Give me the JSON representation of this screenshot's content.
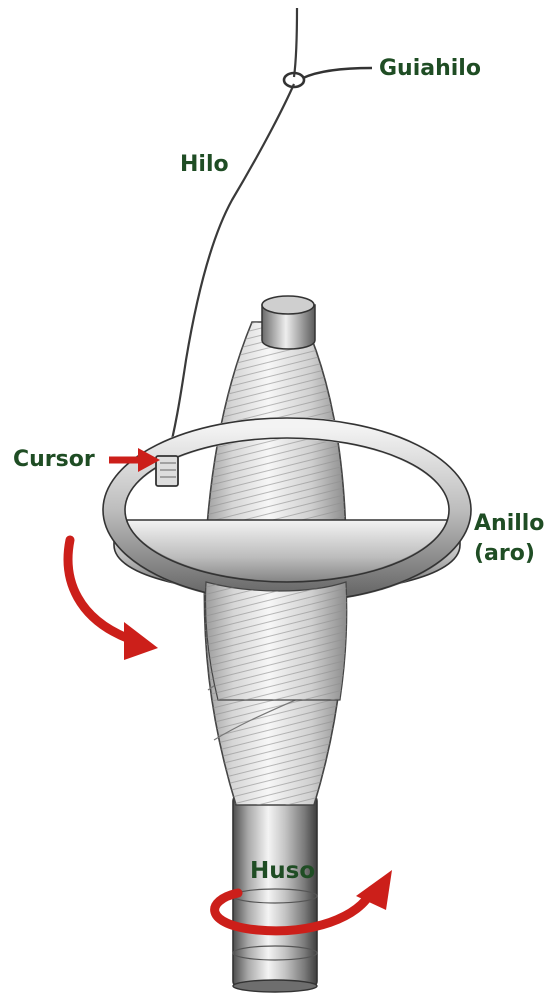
{
  "labels": {
    "guiahilo": "Guiahilo",
    "hilo": "Hilo",
    "cursor": "Cursor",
    "anillo_line1": "Anillo",
    "anillo_line2": "(aro)",
    "huso": "Huso"
  },
  "colors": {
    "label_text": "#1f4d24",
    "arrow": "#cc1f1a",
    "steel_dark": "#5c5c5c",
    "steel_light": "#f2f2f2",
    "yarn": "#e6e6e6",
    "yarn_shadow": "#a8a8a8",
    "ink": "#333333"
  },
  "icons": {
    "cursor_pointer": "right-arrow-icon",
    "ring_rotation": "curved-arrow-down-icon",
    "spindle_rotation": "curved-arrow-around-icon"
  }
}
